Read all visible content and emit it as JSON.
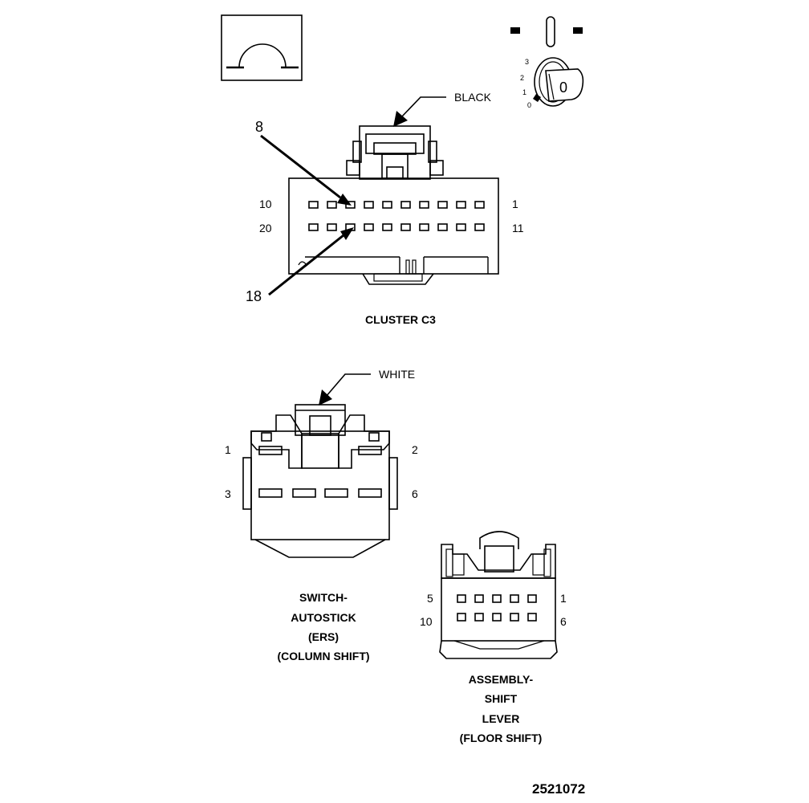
{
  "legend_icons": {
    "ground_symbol": "omega-ground-icon",
    "ignition_key": "ignition-key-icon",
    "key_positions": [
      "3",
      "2",
      "1",
      "0"
    ],
    "key_face_label": "0"
  },
  "cluster_c3": {
    "title": "CLUSTER C3",
    "color_callout": "BLACK",
    "pin_callouts": [
      "8",
      "18"
    ],
    "row_labels_left": [
      "10",
      "20"
    ],
    "row_labels_right": [
      "1",
      "11"
    ]
  },
  "switch_autostick": {
    "color_callout": "WHITE",
    "pin_labels": {
      "top_left": "1",
      "top_right": "2",
      "bottom_left": "3",
      "bottom_right": "6"
    },
    "title_lines": [
      "SWITCH-",
      "AUTOSTICK",
      "(ERS)",
      "(COLUMN SHIFT)"
    ]
  },
  "shift_lever_assembly": {
    "pin_labels": {
      "top_left": "5",
      "top_right": "1",
      "bottom_left": "10",
      "bottom_right": "6"
    },
    "title_lines": [
      "ASSEMBLY-",
      "SHIFT",
      "LEVER",
      "(FLOOR SHIFT)"
    ]
  },
  "figure_number": "2521072"
}
